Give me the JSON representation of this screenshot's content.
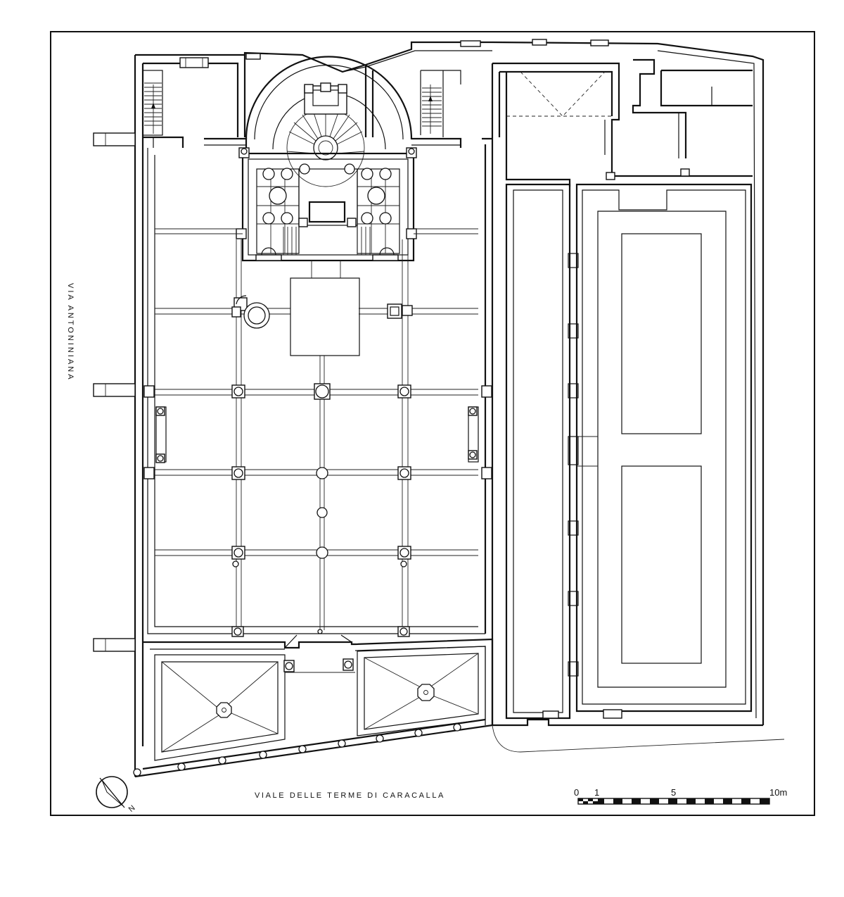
{
  "plan": {
    "street_south": "VIALE DELLE TERME DI CARACALLA",
    "street_west": "VIA ANTONINIANA",
    "north_letter": "N"
  },
  "scale": {
    "label_0": "0",
    "label_1": "1",
    "label_5": "5",
    "label_10": "10m"
  }
}
